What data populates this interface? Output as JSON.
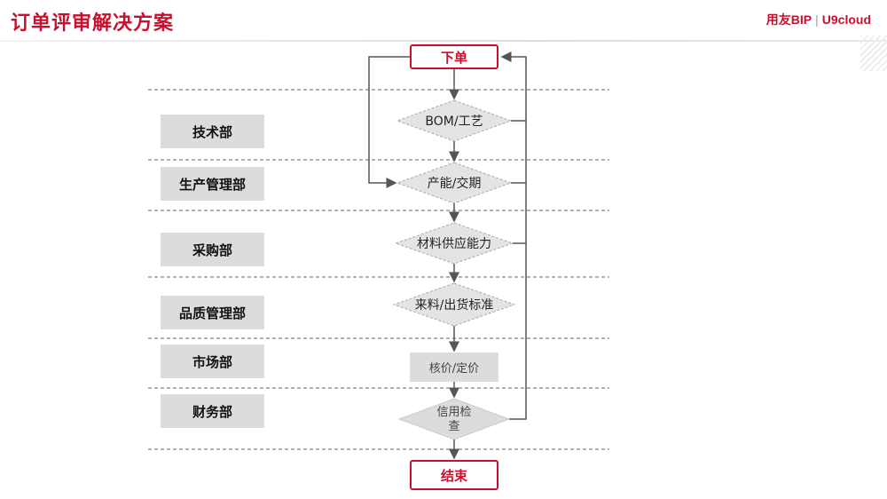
{
  "header": {
    "title": "订单评审解决方案",
    "brand_left": "用友BIP",
    "brand_sep": "|",
    "brand_right": "U9cloud"
  },
  "departments": [
    "技术部",
    "生产管理部",
    "采购部",
    "品质管理部",
    "市场部",
    "财务部"
  ],
  "flow": {
    "start": "下单",
    "bom": "BOM/工艺",
    "capacity": "产能/交期",
    "material": "材料供应能力",
    "incoming": "来料/出货标准",
    "pricing": "核价/定价",
    "credit_line1": "信用检",
    "credit_line2": "查",
    "end": "结束"
  },
  "colors": {
    "accent": "#c8102e",
    "dept_fill": "#dcdcdc",
    "arrow": "#555555"
  }
}
